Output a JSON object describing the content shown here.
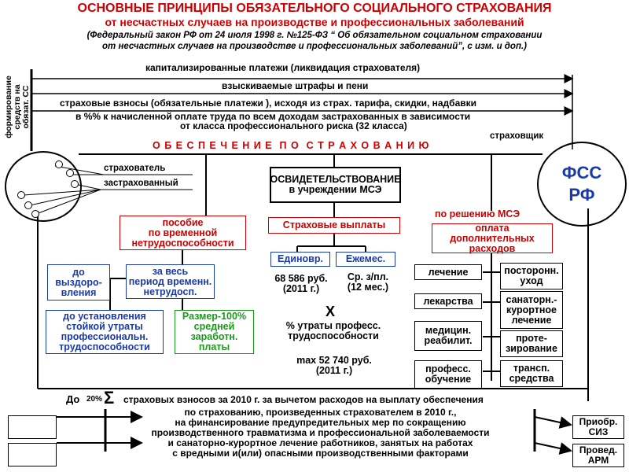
{
  "header": {
    "title": "ОСНОВНЫЕ ПРИНЦИПЫ ОБЯЗАТЕЛЬНОГО СОЦИАЛЬНОГО СТРАХОВАНИЯ",
    "subtitle": "от несчастных случаев на производстве и профессиональных заболеваний",
    "law_line1": "(Федеральный закон РФ от 24 июля 1998 г. №125-ФЗ “ Об обязательном социальном страховании",
    "law_line2": "от несчастных случаев на производстве и профессиональных заболеваний”, с изм. и доп.)"
  },
  "left_label": {
    "line1": "формирование",
    "line2": "средств на",
    "line3": "обязат. СС"
  },
  "flows": {
    "capitalized": "капитализированные платежи (ликвидация страхователя)",
    "fines": "взыскиваемые штрафы и пени",
    "contributions": "страховые взносы (обязательные платежи ), исходя из страх. тарифа, скидки, надбавки",
    "percent_line1": "в %% к начисленной оплате труда по всем доходам застрахованных в зависимости",
    "percent_line2": "от класса профессионального риска (32 класса)"
  },
  "provision_label": "О Б Е С П Е Ч Е Н И Е  П О  С Т Р А Х О В А Н И Ю",
  "insurer_label": "страховщик",
  "fss": {
    "line1": "ФСС",
    "line2": "РФ"
  },
  "left_circle": {
    "policyholder": "страхователь",
    "insured": "застрахованный"
  },
  "mse_box": {
    "line1": "ОСВИДЕТЕЛЬСТВОВАНИЕ",
    "line2": "в учреждении МСЭ"
  },
  "benefit_box": {
    "line1": "пособие",
    "line2": "по временной",
    "line3": "нетрудоспособности"
  },
  "benefit_items": {
    "until_recovery": [
      "до",
      "выздоро-",
      "вления"
    ],
    "whole_period": [
      "за весь",
      "период временн.",
      "нетрудосп."
    ],
    "until_disability": [
      "до установления",
      "стойкой утраты",
      "профессиональн.",
      "трудоспособности"
    ],
    "amount": [
      "Размер-100%",
      "средней",
      "заработн.",
      "платы"
    ]
  },
  "payments_box": "Страховые выплаты",
  "one_time": "Единовр.",
  "monthly": "Ежемес.",
  "one_time_amount": [
    "68 586 руб.",
    "(2011 г.)"
  ],
  "monthly_avg": [
    "Ср. з/пл.",
    "(12 мес.)"
  ],
  "multiply_sign": "X",
  "loss_percent": [
    "% утраты професс.",
    "трудоспособности"
  ],
  "max_amount": [
    "max 52 740 руб.",
    "(2011 г.)"
  ],
  "mse_decision": "по решению МСЭ",
  "additional_box": [
    "оплата",
    "дополнительных",
    "расходов"
  ],
  "expenses_left": [
    "лечение",
    "лекарства",
    "медицин. реабилит.",
    "професс. обучение"
  ],
  "expenses_right": [
    "посторонн. уход",
    "санаторн.- курортное лечение",
    "проте- зирование",
    "трансп. средства"
  ],
  "bottom": {
    "prefix": "До",
    "percent": "20%",
    "sigma": "Σ",
    "line1": "страховых взносов за 2010 г. за вычетом расходов на выплату обеспечения",
    "line2": "по страхованию, произведенных страхователем в 2010 г.,",
    "line3": "на финансирование предупредительных мер по сокращению",
    "line4": "производственного травматизма и профессиональной заболеваемости",
    "line5": "и санаторно-курортное лечение работников, занятых на работах",
    "line6": "с вредными и(или) опасными производственными факторами"
  },
  "right_boxes": [
    "Приобр. СИЗ",
    "Провед. АРМ"
  ],
  "colors": {
    "title": "#cc0000",
    "blue": "#1a3aa8",
    "green": "#1a9a1a"
  }
}
